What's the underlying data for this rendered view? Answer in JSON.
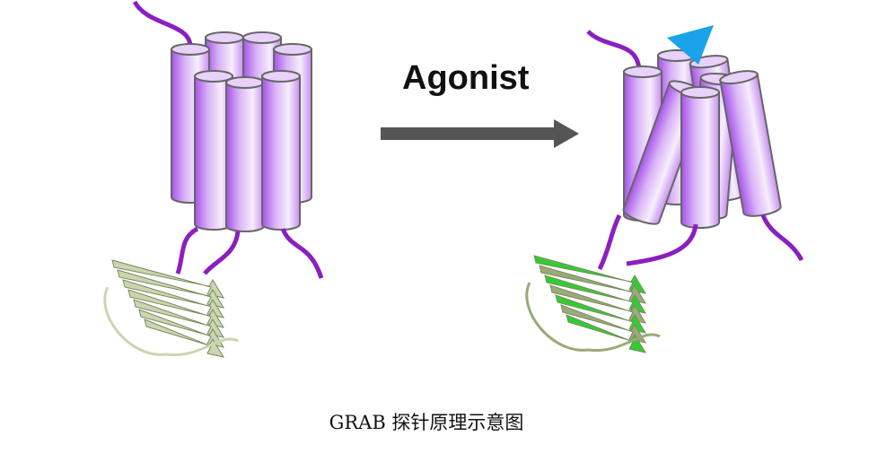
{
  "diagram": {
    "arrow_label": "Agonist",
    "caption": "GRAB 探针原理示意图",
    "states": [
      "inactive-receptor",
      "agonist-bound-receptor"
    ],
    "colors": {
      "helix": "#b86ef0",
      "loop": "#8b1fc0",
      "barrel_dim": "#c9d6b0",
      "barrel_bright": "#33cc33",
      "agonist": "#1aa3e8",
      "arrow": "#555555"
    }
  }
}
